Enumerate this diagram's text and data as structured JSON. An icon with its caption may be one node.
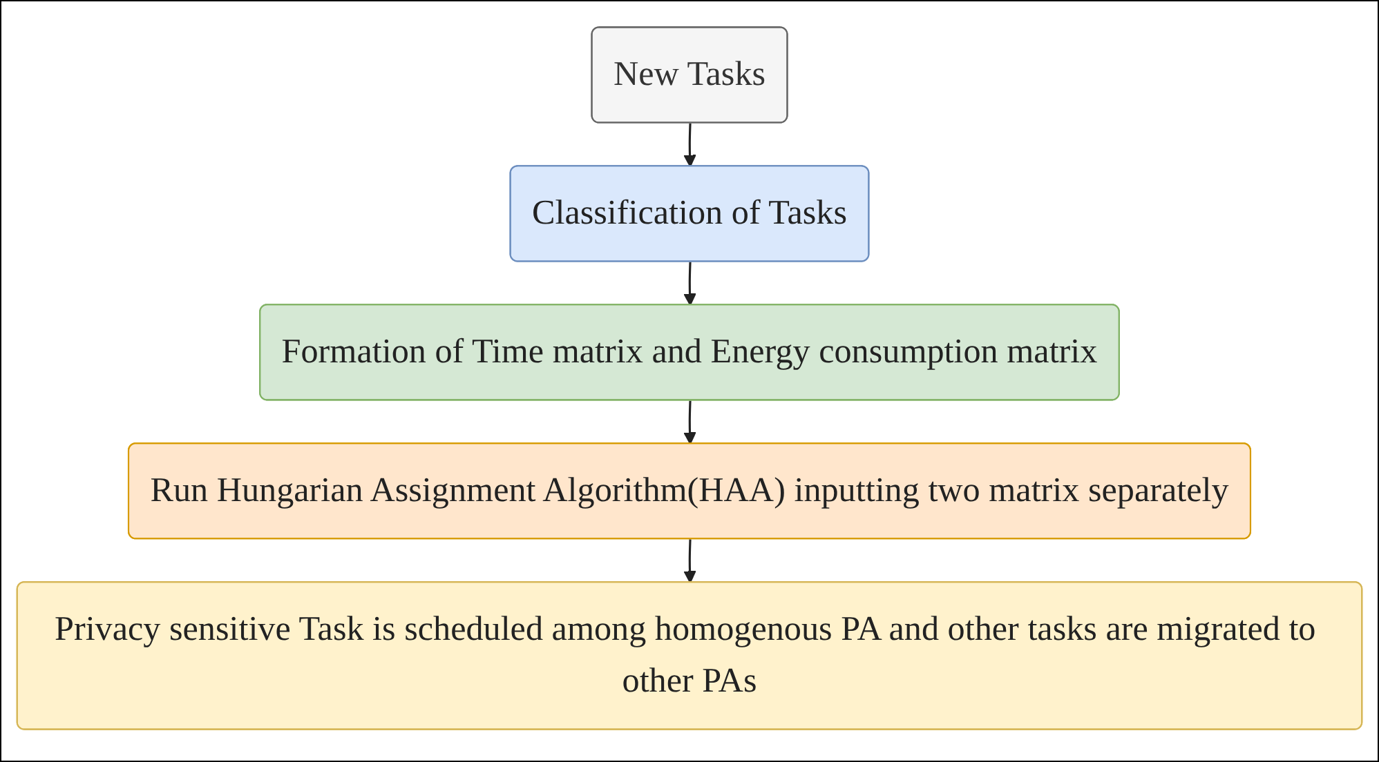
{
  "diagram": {
    "nodes": [
      {
        "text": [
          "New Tasks"
        ]
      },
      {
        "text": [
          "Classification of Tasks"
        ]
      },
      {
        "text": [
          "Formation of Time matrix and Energy consumption matrix"
        ]
      },
      {
        "text": [
          "Run Hungarian Assignment Algorithm(HAA) inputting two matrix separately"
        ]
      },
      {
        "text": [
          "Privacy sensitive Task is scheduled among homogenous PA and other tasks are migrated to other PAs"
        ]
      }
    ],
    "edges": [
      {
        "from": 0,
        "to": 1,
        "arrow": "to"
      },
      {
        "from": 1,
        "to": 2,
        "arrow": "to"
      },
      {
        "from": 2,
        "to": 3,
        "arrow": "to"
      },
      {
        "from": 3,
        "to": 4,
        "arrow": "to"
      }
    ]
  }
}
